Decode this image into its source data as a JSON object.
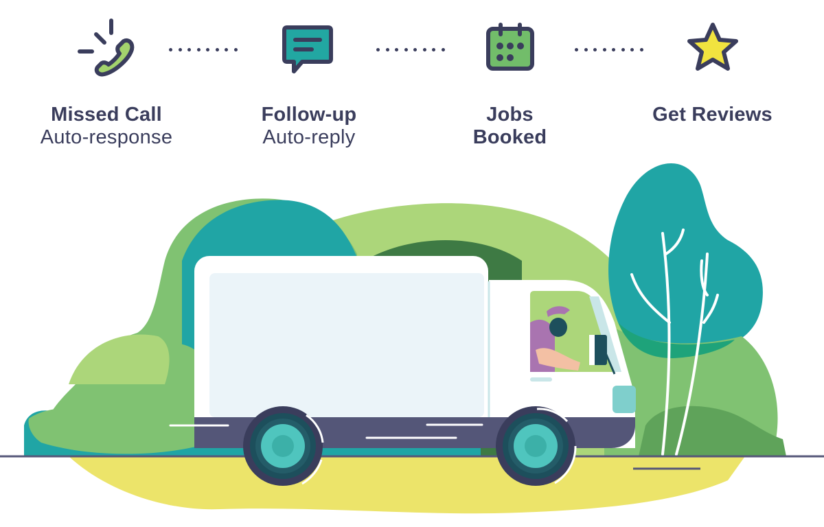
{
  "steps": [
    {
      "title": "Missed Call",
      "subtitle": "Auto-response",
      "icon": "phone-ringing-icon"
    },
    {
      "title": "Follow-up",
      "subtitle": "Auto-reply",
      "icon": "chat-bubble-icon"
    },
    {
      "title": "Jobs",
      "subtitle": "Booked",
      "icon": "calendar-icon",
      "subtitle_bold": true
    },
    {
      "title": "Get Reviews",
      "subtitle": "",
      "icon": "star-icon"
    }
  ],
  "colors": {
    "ink": "#3a3d5c",
    "green_light": "#acd67a",
    "green_mid": "#80c272",
    "green_dark": "#3e7a44",
    "teal": "#20a5a5",
    "yellow": "#ece46a",
    "truck_stripe": "#545678",
    "wheel_dark": "#1d4f5c",
    "wheel_hub": "#4fc5be",
    "star_fill": "#f1e33f",
    "calendar_fill": "#72bd6a",
    "chat_fill": "#22a7a2",
    "phone_fill": "#a3d36d"
  }
}
